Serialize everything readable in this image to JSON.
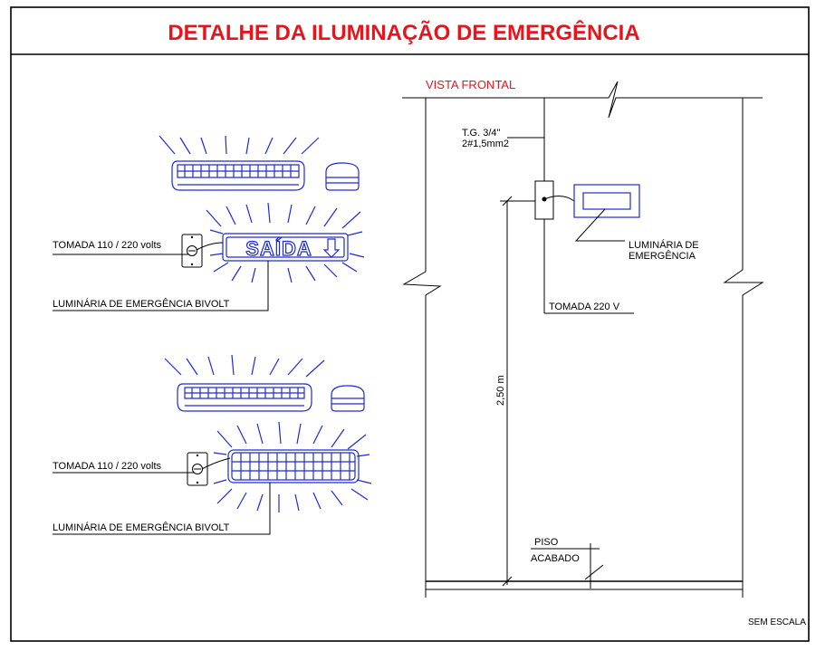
{
  "title": "DETALHE DA ILUMINAÇÃO DE EMERGÊNCIA",
  "left_detail_1": {
    "socket_label": "TOMADA 110 / 220 volts",
    "fixture_label": "LUMINÁRIA DE EMERGÊNCIA BIVOLT",
    "sign_text": "SAÍDA"
  },
  "left_detail_2": {
    "socket_label": "TOMADA 110 / 220 volts",
    "fixture_label": "LUMINÁRIA DE EMERGÊNCIA BIVOLT"
  },
  "front_view": {
    "title": "VISTA FRONTAL",
    "conduit_label_1": "T.G. 3/4\"",
    "conduit_label_2": "2#1,5mm2",
    "fixture_label_1": "LUMINÁRIA DE",
    "fixture_label_2": "EMERGÊNCIA",
    "outlet_label": "TOMADA 220 V",
    "height_dimension": "2,50 m",
    "floor_label_1": "PISO",
    "floor_label_2": "ACABADO"
  },
  "scale_note": "SEM  ESCALA",
  "colors": {
    "title": "#e8141c",
    "fixture": "#1c2bd6",
    "lines": "#000000"
  }
}
